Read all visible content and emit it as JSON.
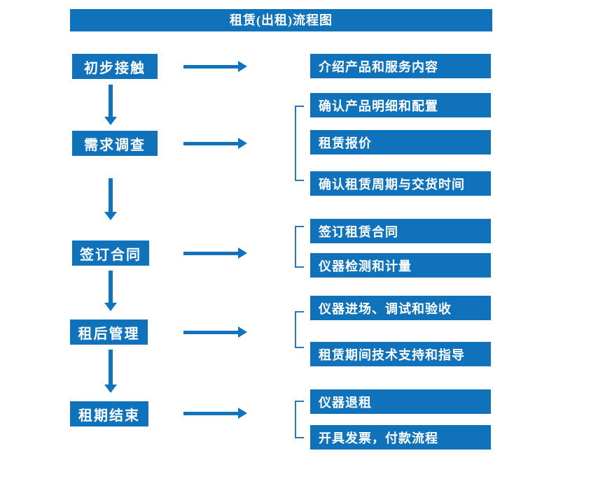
{
  "title": "租赁(出租)流程图",
  "colors": {
    "primary": "#0f72ba",
    "arrow": "#1173bd",
    "bracket": "#2e75b6",
    "text": "#ffffff",
    "background": "#ffffff"
  },
  "steps": [
    {
      "label": "初步接触",
      "details": [
        "介绍产品和服务内容"
      ]
    },
    {
      "label": "需求调查",
      "details": [
        "确认产品明细和配置",
        "租赁报价",
        "确认租赁周期与交货时间"
      ]
    },
    {
      "label": "签订合同",
      "details": [
        "签订租赁合同",
        "仪器检测和计量"
      ]
    },
    {
      "label": "租后管理",
      "details": [
        "仪器进场、调试和验收",
        "租赁期间技术支持和指导"
      ]
    },
    {
      "label": "租期结束",
      "details": [
        "仪器退租",
        "开具发票，付款流程"
      ]
    }
  ]
}
